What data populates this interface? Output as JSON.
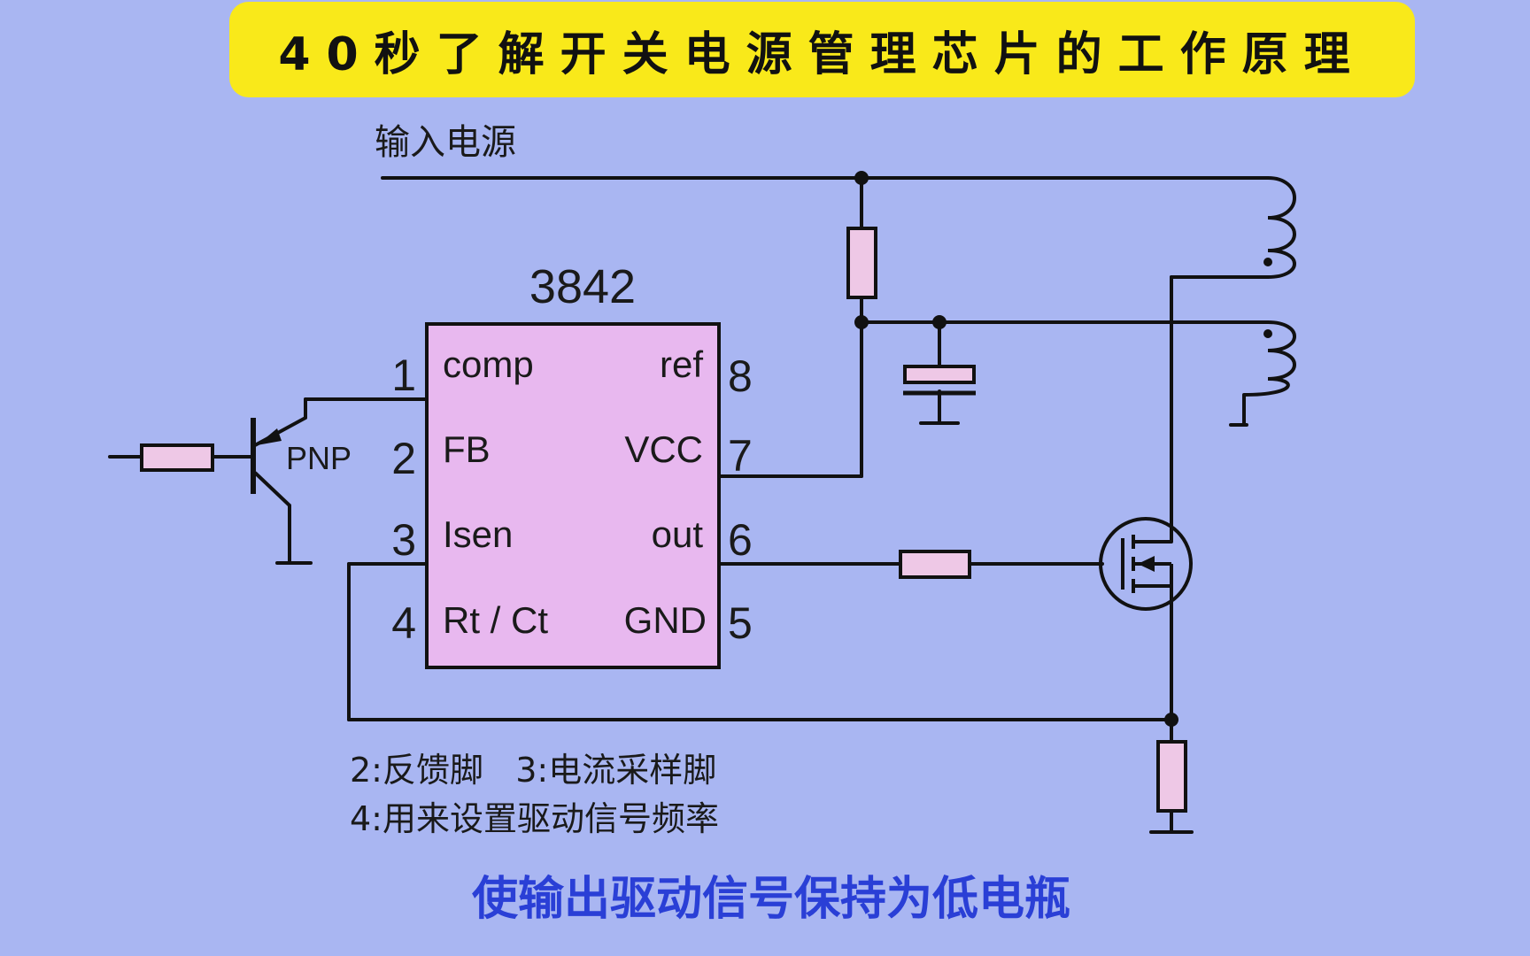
{
  "title": "40秒了解开关电源管理芯片的工作原理",
  "input_label": "输入电源",
  "chip": {
    "name": "3842",
    "pins": [
      {
        "num": "1",
        "name": "comp"
      },
      {
        "num": "2",
        "name": "FB"
      },
      {
        "num": "3",
        "name": "Isen"
      },
      {
        "num": "4",
        "name": "Rt / Ct"
      },
      {
        "num": "5",
        "name": "GND"
      },
      {
        "num": "6",
        "name": "out"
      },
      {
        "num": "7",
        "name": "VCC"
      },
      {
        "num": "8",
        "name": "ref"
      }
    ]
  },
  "transistor_label": "PNP",
  "notes": {
    "line1": "2:反馈脚   3:电流采样脚",
    "line2": "4:用来设置驱动信号频率"
  },
  "caption": "使输出驱动信号保持为低电瓶",
  "colors": {
    "background": "#a9b6f2",
    "banner": "#f9e91a",
    "chip_fill": "#e8b8ef",
    "component_fill": "#eec8e6",
    "wire": "#111111",
    "caption": "#2a3fd6"
  }
}
